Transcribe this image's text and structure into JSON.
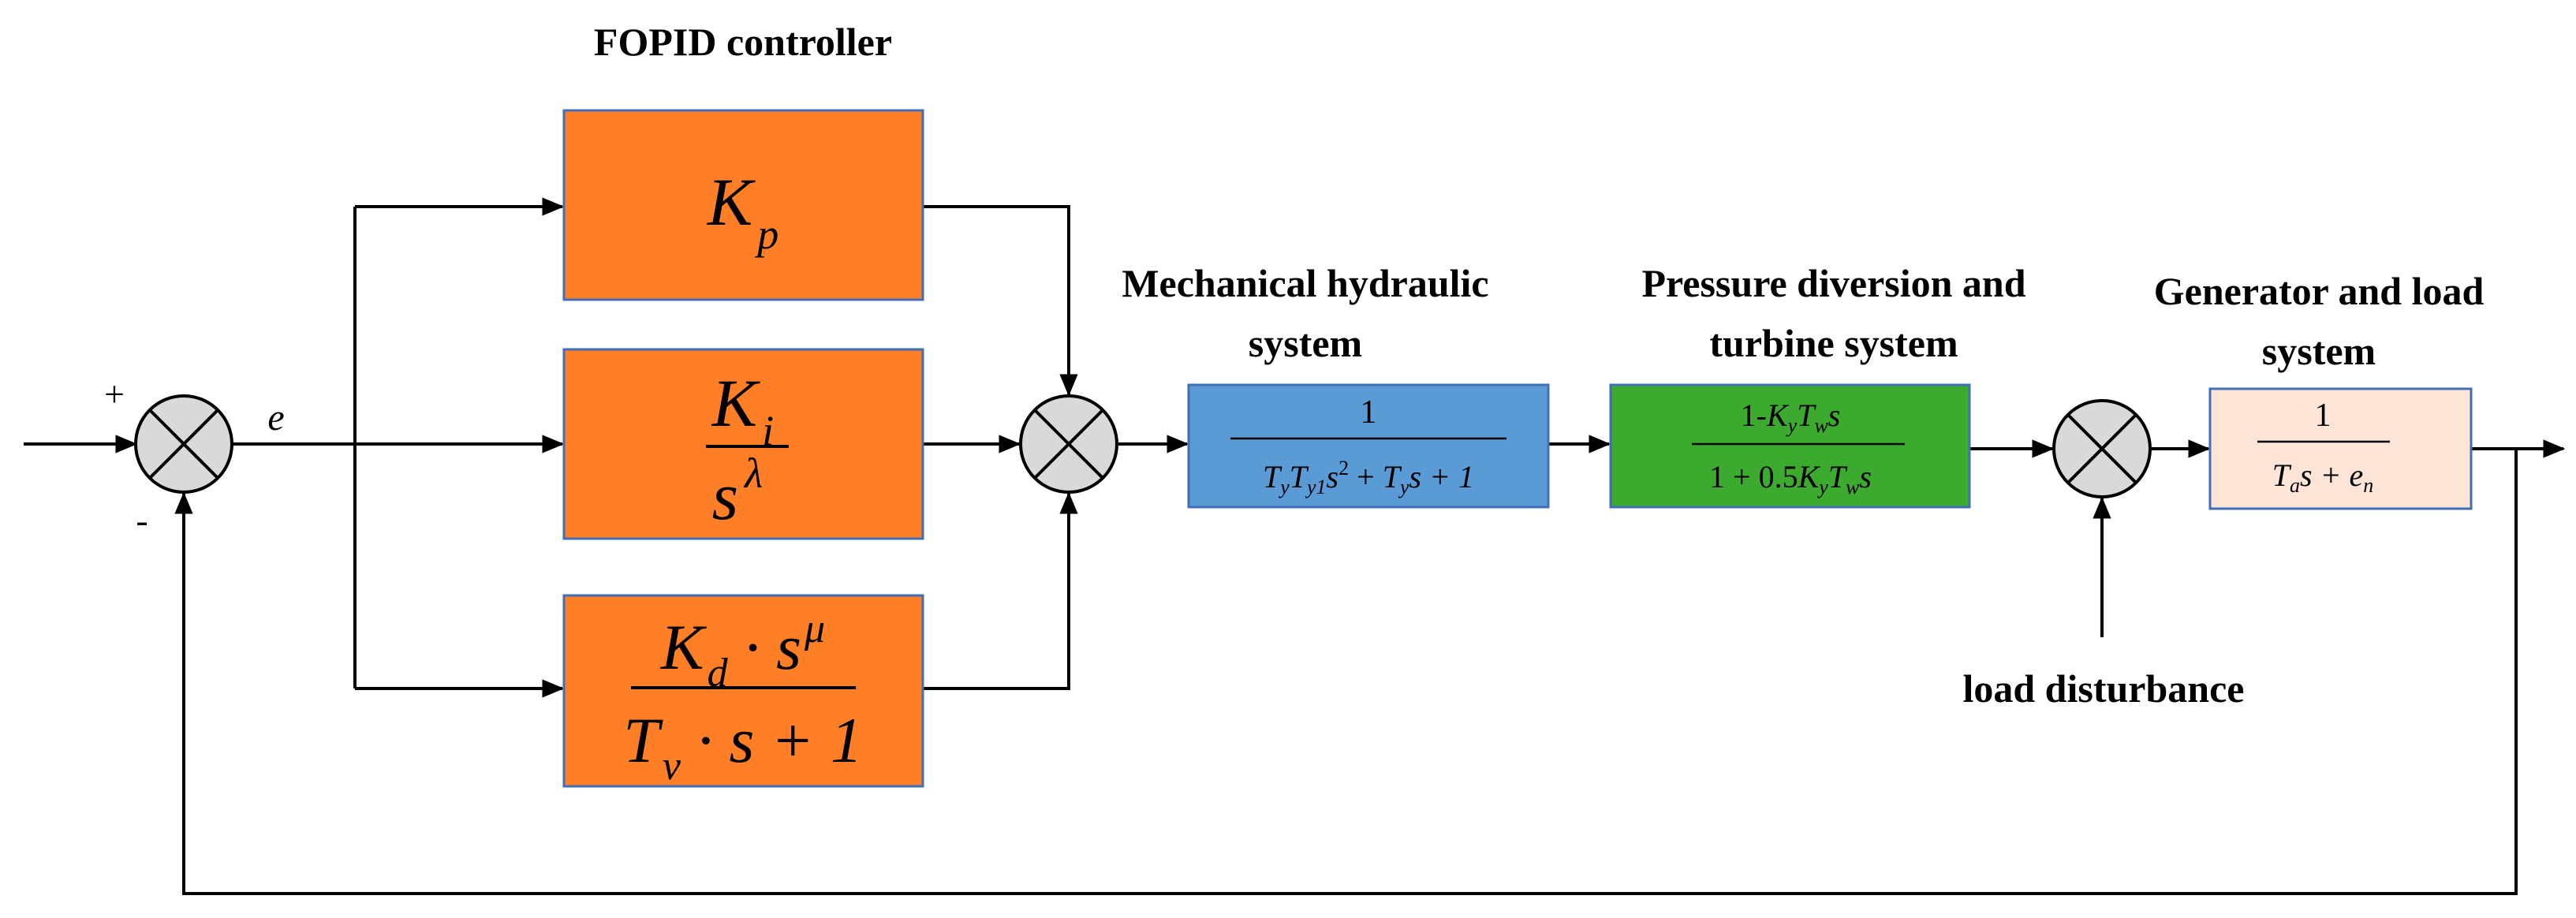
{
  "labels": {
    "controller": "FOPID controller",
    "mech_line1": "Mechanical hydraulic",
    "mech_line2": "system",
    "press_line1": "Pressure diversion and",
    "press_line2": "turbine system",
    "gen_line1": "Generator and load",
    "gen_line2": "system",
    "load_disturbance": "load disturbance"
  },
  "signs": {
    "plus": "+",
    "minus": "-"
  },
  "signal_e": "e",
  "blocks": {
    "kp": {
      "main": "K",
      "sub": "p"
    },
    "ki": {
      "num_main": "K",
      "num_sub": "i",
      "den_main": "s",
      "den_sup": "λ"
    },
    "kd": {
      "num_main": "K",
      "num_sub": "d",
      "num_rest": " · s",
      "num_sup": "μ",
      "den_main": "T",
      "den_sub": "v",
      "den_rest": " · s + 1"
    },
    "mech": {
      "num": "1",
      "den_T1": "T",
      "den_T1_sub": "y",
      "den_T2": "T",
      "den_T2_sub": "y1",
      "den_s": "s",
      "den_s_sup": "2",
      "den_plus": " + ",
      "den_T3": "T",
      "den_T3_sub": "y",
      "den_tail": "s + 1"
    },
    "press": {
      "num_a": "1-",
      "num_K": "K",
      "num_K_sub": "y",
      "num_T": "T",
      "num_T_sub": "w",
      "num_s": "s",
      "den_a": "1 + 0.5",
      "den_K": "K",
      "den_K_sub": "y",
      "den_T": "T",
      "den_T_sub": "w",
      "den_s": "s"
    },
    "gen": {
      "num": "1",
      "den_T": "T",
      "den_T_sub": "a",
      "den_mid": "s + ",
      "den_e": "e",
      "den_e_sub": "n"
    }
  },
  "colors": {
    "controller_fill": "#FF7F27",
    "controller_border": "#3F6FB6",
    "mech_fill": "#5B9BD5",
    "press_fill": "#3CAA2F",
    "gen_fill": "#FCE4D6",
    "summer_fill": "#D9D9D9"
  }
}
